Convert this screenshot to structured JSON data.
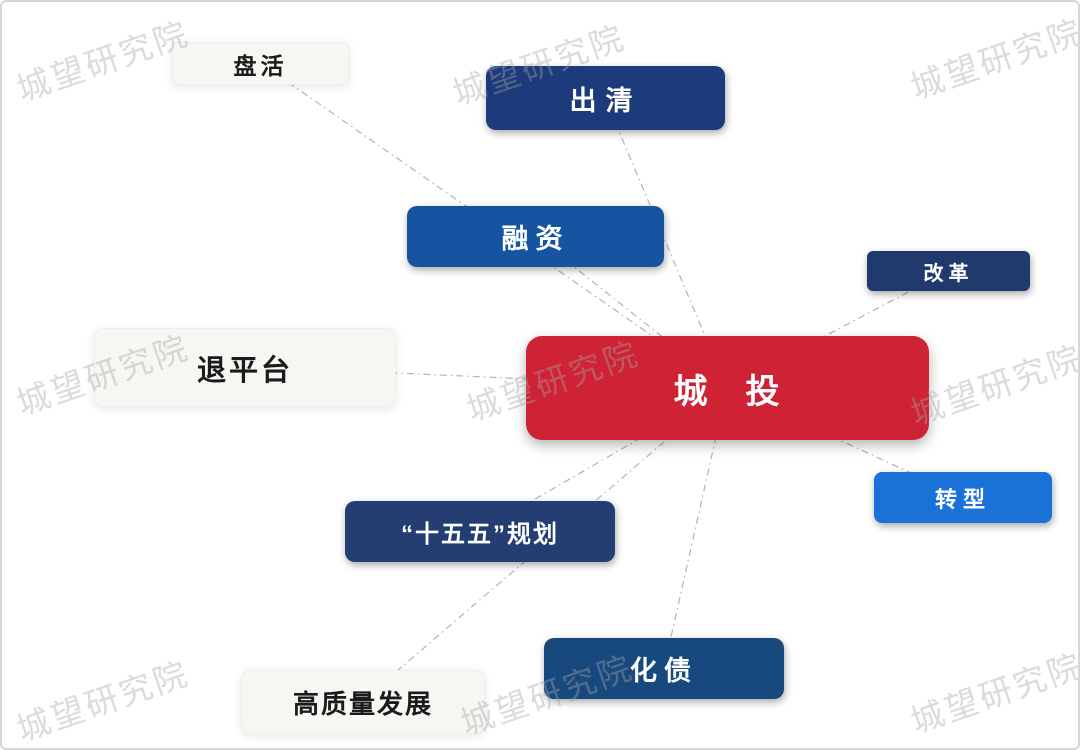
{
  "diagram": {
    "title_center_node": "城　投",
    "watermark": {
      "text": "城望研究院",
      "color": "#bdbdbd"
    },
    "colors": {
      "center_red": "#cf2335",
      "navy_chuqing": "#1d3a7a",
      "navy_gaige": "#203a6e",
      "navy_shiwuwu": "#243d73",
      "navy_huazhai": "#17497f",
      "royal_blue_rongzi": "#1653a0",
      "bright_blue_zhuanxing": "#1a72d8",
      "light_box": "#f7f6f3",
      "connector_line": "#b3b3b3"
    },
    "center": {
      "label": "城　投",
      "color": "#cf2335",
      "text_color": "#ffffff"
    },
    "nodes": [
      {
        "id": "panhuo",
        "label": "盘活",
        "color": "#f7f6f3",
        "text_color": "#1b1b1b"
      },
      {
        "id": "chuqing",
        "label": "出清",
        "color": "#1d3a7a",
        "text_color": "#ffffff"
      },
      {
        "id": "rongzi",
        "label": "融资",
        "color": "#1653a0",
        "text_color": "#ffffff"
      },
      {
        "id": "gaige",
        "label": "改革",
        "color": "#203a6e",
        "text_color": "#ffffff"
      },
      {
        "id": "tuipingtai",
        "label": "退平台",
        "color": "#f7f6f3",
        "text_color": "#1b1b1b"
      },
      {
        "id": "shiwuwu",
        "label": "“十五五”规划",
        "color": "#243d73",
        "text_color": "#ffffff"
      },
      {
        "id": "zhuanxing",
        "label": "转型",
        "color": "#1a72d8",
        "text_color": "#ffffff"
      },
      {
        "id": "huazhai",
        "label": "化债",
        "color": "#17497f",
        "text_color": "#ffffff"
      },
      {
        "id": "gaozhiliang",
        "label": "高质量发展",
        "color": "#f7f6f3",
        "text_color": "#1b1b1b"
      }
    ]
  }
}
